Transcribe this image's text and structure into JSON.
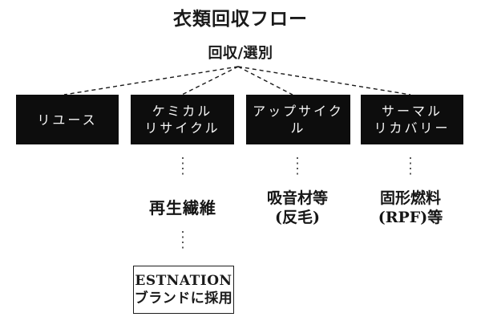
{
  "title": "衣類回収フロー",
  "root": {
    "label": "回収/選別"
  },
  "branches": [
    {
      "lines": [
        "リユース"
      ]
    },
    {
      "lines": [
        "ケミカル",
        "リサイクル"
      ],
      "output": {
        "lines": [
          "再生繊維"
        ]
      },
      "final": {
        "lines": [
          "ESTNATION",
          "ブランドに採用"
        ]
      }
    },
    {
      "lines": [
        "アップサイクル"
      ],
      "output": {
        "lines": [
          "吸音材等",
          "(反毛)"
        ]
      }
    },
    {
      "lines": [
        "サーマル",
        "リカバリー"
      ],
      "output": {
        "lines": [
          "固形燃料",
          "(RPF)等"
        ]
      }
    }
  ],
  "colors": {
    "background": "#ffffff",
    "box_bg": "#0d0d0d",
    "box_text": "#f7f7f7",
    "text": "#1a1a1a",
    "connector_dash": "#1a1a1a",
    "connector_dot": "#3c3c3c"
  }
}
